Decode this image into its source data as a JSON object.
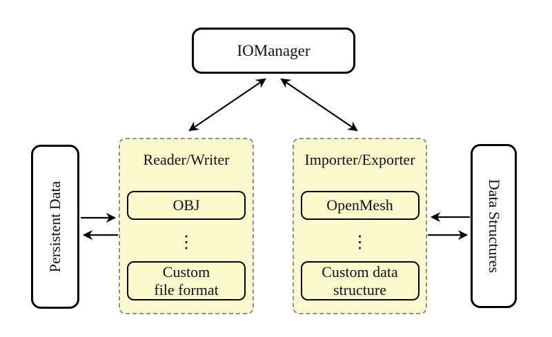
{
  "diagram": {
    "iomanager_label": "IOManager",
    "persistent_data_label": "Persistent Data",
    "data_structures_label": "Data Structures",
    "reader_writer": {
      "title": "Reader/Writer",
      "item_top": "OBJ",
      "dots": "⋮",
      "item_bottom": [
        "Custom",
        "file format"
      ]
    },
    "importer_exporter": {
      "title": "Importer/Exporter",
      "item_top": "OpenMesh",
      "dots": "⋮",
      "item_bottom": [
        "Custom data",
        "structure"
      ]
    },
    "connections": [
      {
        "from": "IOManager",
        "to": "Reader/Writer",
        "type": "bidirectional"
      },
      {
        "from": "IOManager",
        "to": "Importer/Exporter",
        "type": "bidirectional"
      },
      {
        "from": "Persistent Data",
        "to": "Reader/Writer",
        "type": "one-way"
      },
      {
        "from": "Reader/Writer",
        "to": "Persistent Data",
        "type": "one-way"
      },
      {
        "from": "Data Structures",
        "to": "Importer/Exporter",
        "type": "one-way"
      },
      {
        "from": "Importer/Exporter",
        "to": "Data Structures",
        "type": "one-way"
      }
    ],
    "colors": {
      "background": "#FFFFFF",
      "group_fill": "#FCF9CF",
      "group_border": "#8F8F8F",
      "box_border": "#000000"
    }
  }
}
